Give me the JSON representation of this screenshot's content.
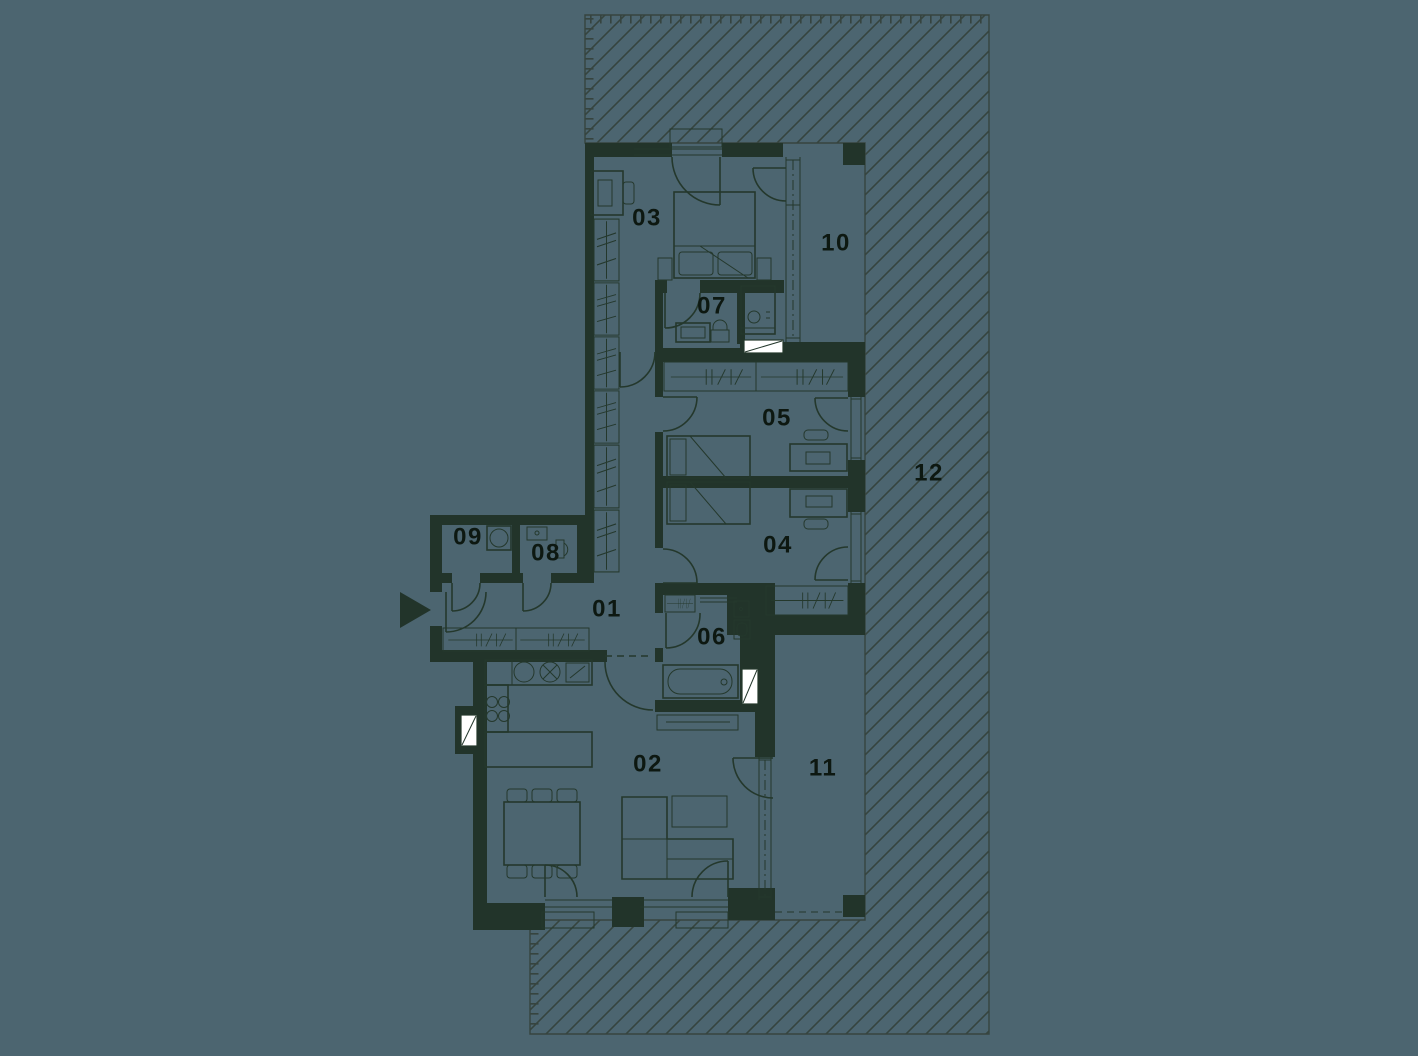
{
  "rooms": [
    {
      "number": "01"
    },
    {
      "number": "02"
    },
    {
      "number": "03"
    },
    {
      "number": "04"
    },
    {
      "number": "05"
    },
    {
      "number": "06"
    },
    {
      "number": "07"
    },
    {
      "number": "08"
    },
    {
      "number": "09"
    },
    {
      "number": "10"
    },
    {
      "number": "11"
    },
    {
      "number": "12"
    }
  ],
  "markers": {
    "entrance_icon": "entrance-triangle-right",
    "shaft_icon": "wall-opening-white-marker"
  },
  "colors": {
    "bg": "#4c6570",
    "wall": "#22342a",
    "line": "#24382c",
    "label": "#0d1811",
    "hatch_line": "#36443f",
    "marker_white": "#ffffff"
  }
}
